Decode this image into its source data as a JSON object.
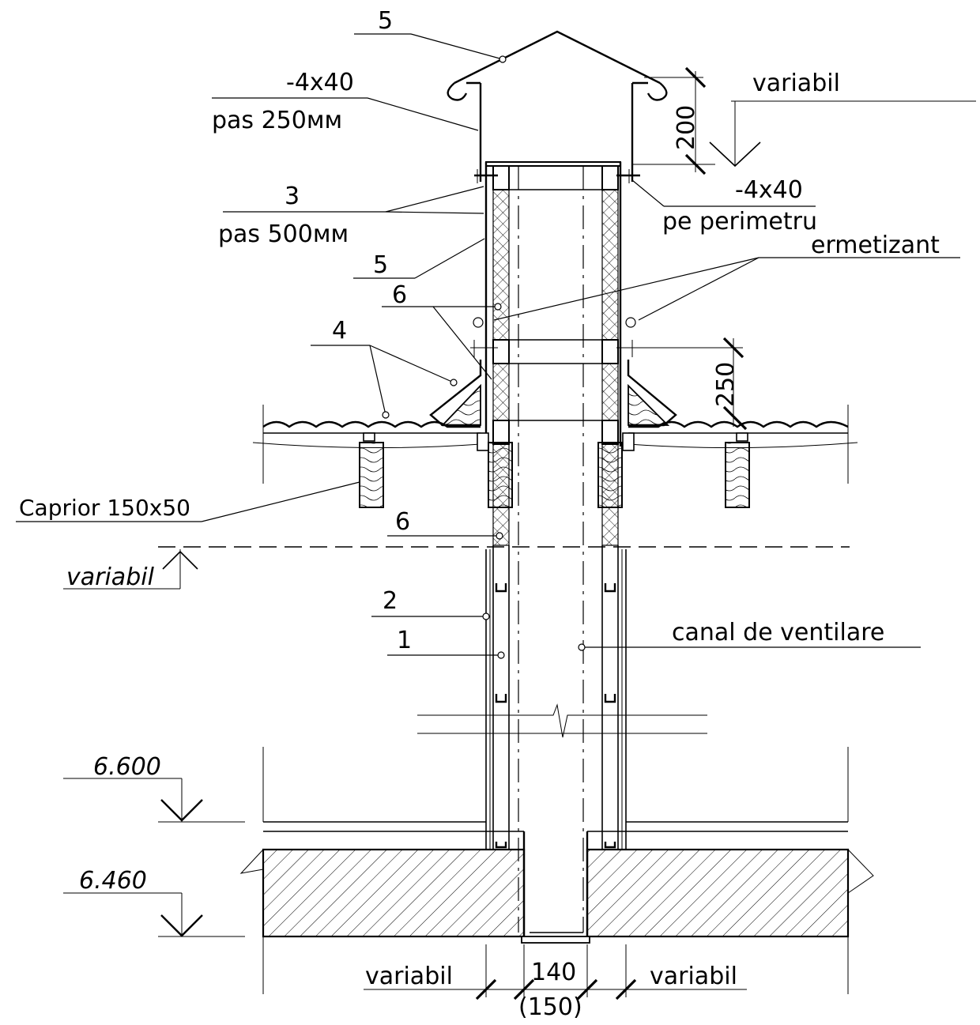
{
  "labels": {
    "cap": "5",
    "strip_top": "-4x40",
    "strip_top_step": "pas 250мм",
    "variabil_top": "variabil",
    "dim_200": "200",
    "strip_right": "-4x40",
    "strip_right_note": "pe perimetru",
    "item3": "3",
    "item3_step": "pas 500мм",
    "item5_lower": "5",
    "ermetizant": "ermetizant",
    "item6_upper": "6",
    "item4": "4",
    "dim_250": "250",
    "caprior": "Caprior 150x50",
    "item6_lower": "6",
    "variabil_level": "variabil",
    "item2": "2",
    "item1": "1",
    "canal": "canal de ventilare",
    "level_6600": "6.600",
    "level_6460": "6.460",
    "variabil_bottom_left": "variabil",
    "dim_140": "140",
    "dim_150": "(150)",
    "variabil_bottom_right": "variabil"
  }
}
